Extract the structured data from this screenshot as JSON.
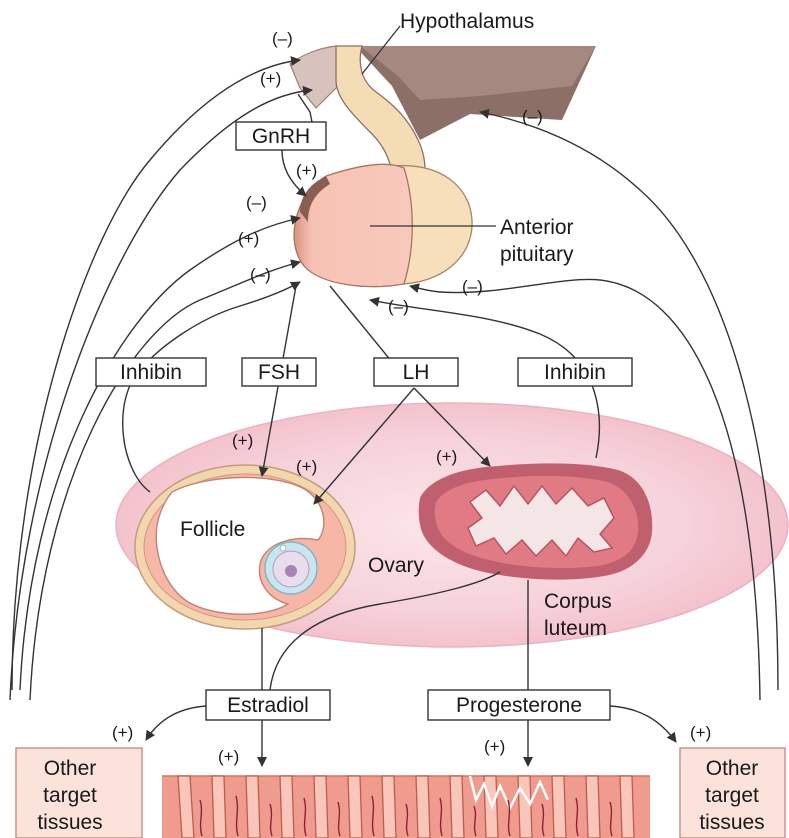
{
  "labels": {
    "hypothalamus": "Hypothalamus",
    "anterior_pituitary_line1": "Anterior",
    "anterior_pituitary_line2": "pituitary",
    "follicle": "Follicle",
    "ovary": "Ovary",
    "corpus_luteum_line1": "Corpus",
    "corpus_luteum_line2": "luteum"
  },
  "hormones": {
    "gnrh": "GnRH",
    "inhibin_left": "Inhibin",
    "fsh": "FSH",
    "lh": "LH",
    "inhibin_right": "Inhibin",
    "estradiol": "Estradiol",
    "progesterone": "Progesterone"
  },
  "target_tissues": {
    "left": [
      "Other",
      "target",
      "tissues"
    ],
    "right": [
      "Other",
      "target",
      "tissues"
    ]
  },
  "signs": {
    "positive": "(+)",
    "negative": "(–)"
  },
  "colors": {
    "hypothalamus_tan": "#f4ddb4",
    "hypothalamus_dark": "#8c6f66",
    "pituitary_pink": "#f7c2b4",
    "ovary_pink": "#f6d2da",
    "corpus_luteum": "#e07a84",
    "endometrium": "#ef9c8e",
    "line": "#333333"
  }
}
